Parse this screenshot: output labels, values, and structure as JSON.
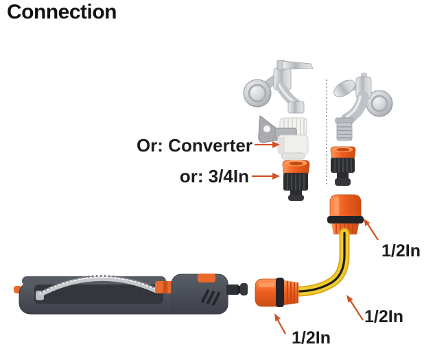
{
  "title": "Connection",
  "annotations": {
    "converter": {
      "label": "Or: Converter"
    },
    "three_quarter": {
      "label": "or: 3/4In"
    },
    "half_top": {
      "label": "1/2In"
    },
    "half_middle": {
      "label": "1/2In"
    },
    "half_bottom": {
      "label": "1/2In"
    }
  },
  "colors": {
    "background": "#ffffff",
    "text": "#1c1c1c",
    "arrow_orange": "#cf5128",
    "connector_orange": "#ee5f23",
    "hose_yellow": "#f0ca2e",
    "sprinkler_gray": "#4a4e57",
    "chrome_silver": "#c6c8cb"
  }
}
